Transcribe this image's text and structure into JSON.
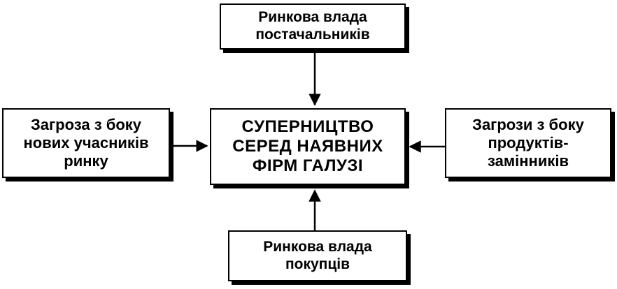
{
  "diagram": {
    "center": {
      "label": "СУПЕРНИЦТВО\nСЕРЕД НАЯВНИХ\nФІРМ ГАЛУЗІ"
    },
    "top": {
      "label": "Ринкова влада\nпостачальників"
    },
    "left": {
      "label": "Загроза з боку\nнових учасників\nринку"
    },
    "right": {
      "label": "Загрози з боку\nпродуктів-\nзамінників"
    },
    "bottom": {
      "label": "Ринкова влада\nпокупців"
    },
    "colors": {
      "stroke": "#000000",
      "fill": "#ffffff",
      "text": "#000000"
    }
  }
}
